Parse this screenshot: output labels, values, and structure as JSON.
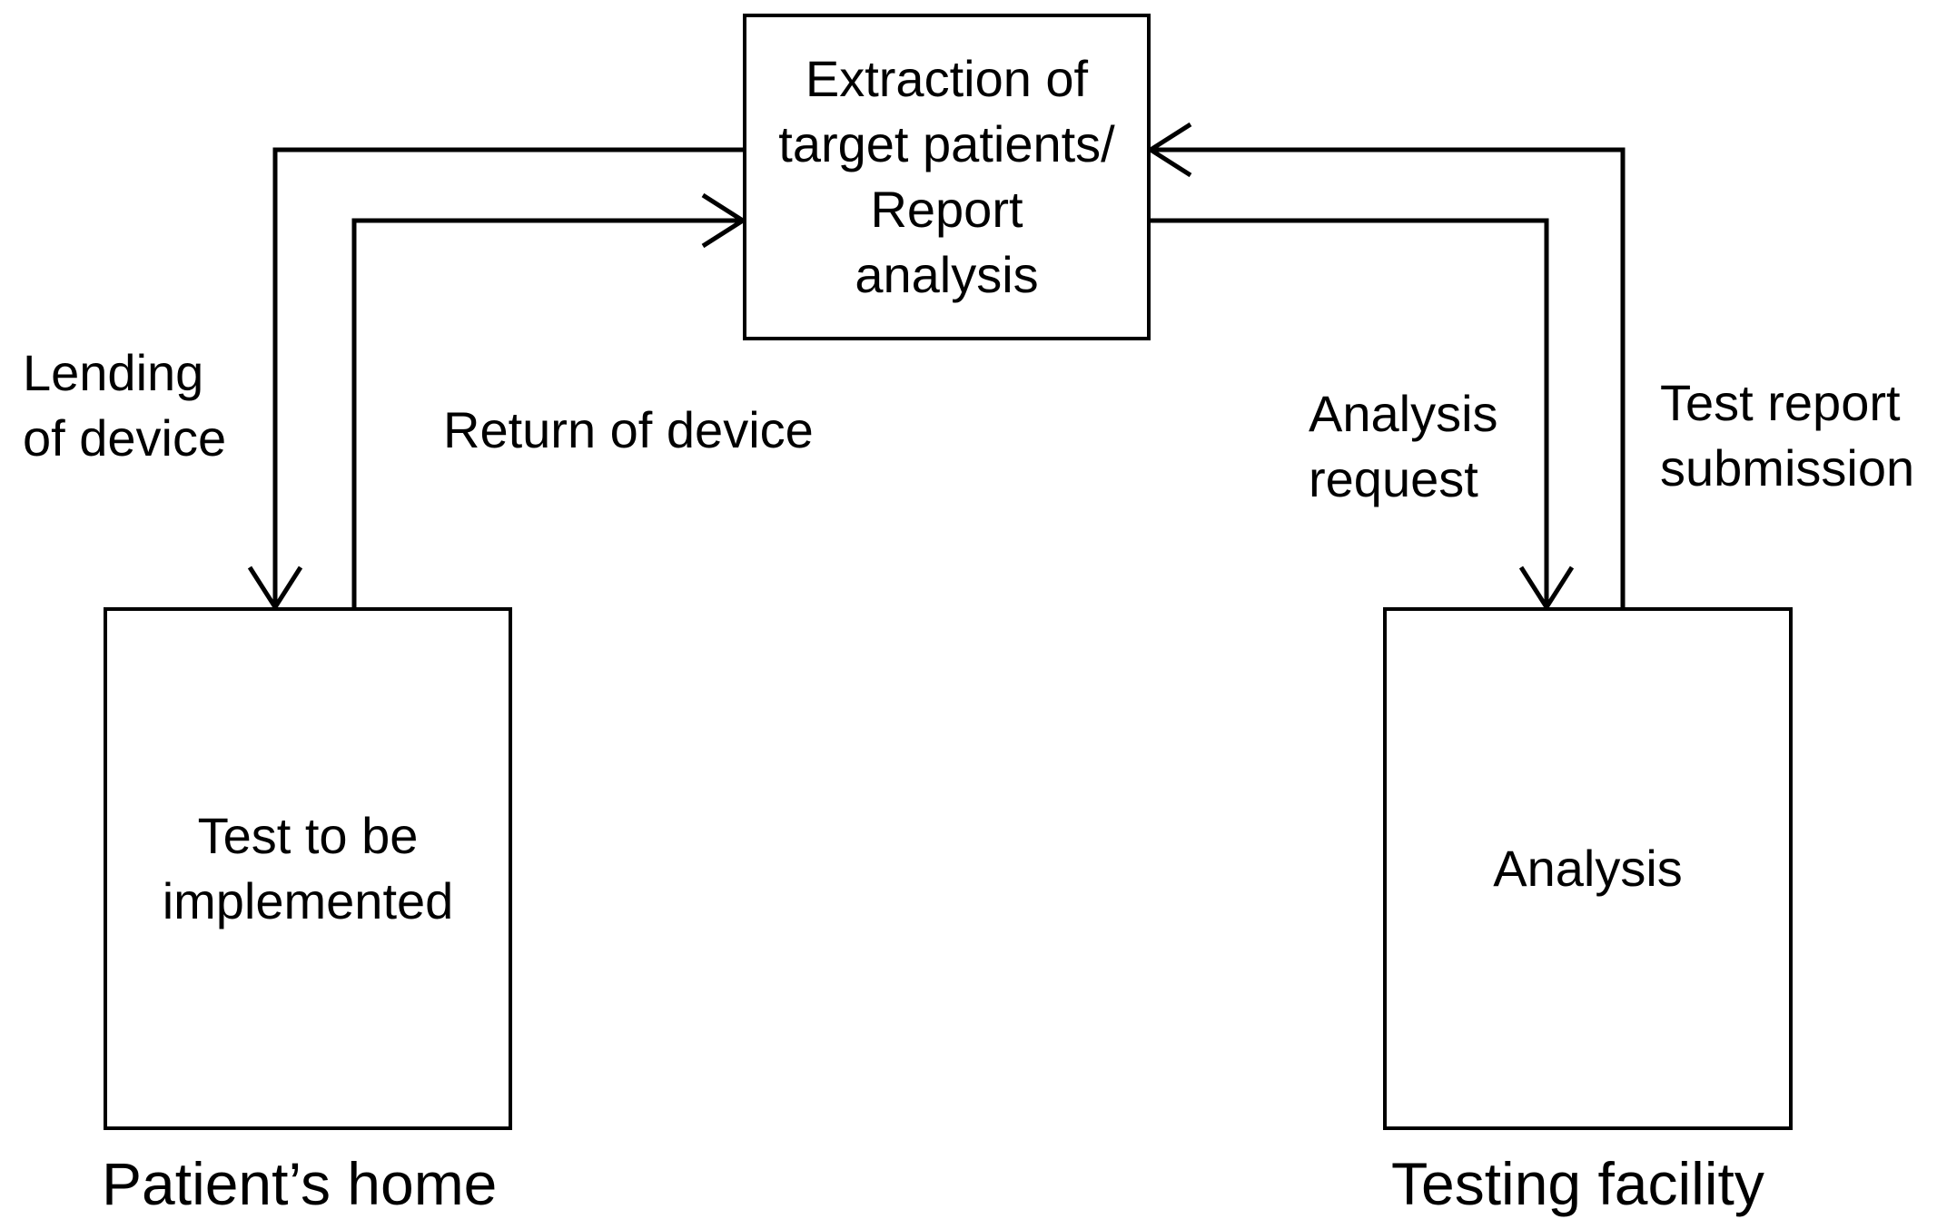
{
  "nodes": {
    "top": {
      "text": "Extraction of\ntarget patients/\nReport\nanalysis"
    },
    "home": {
      "text": "Test to be\nimplemented",
      "caption": "Patient’s home"
    },
    "facility": {
      "text": "Analysis",
      "caption": "Testing facility"
    }
  },
  "edges": {
    "lending": {
      "label": "Lending\nof device"
    },
    "return": {
      "label": "Return of device"
    },
    "request": {
      "label": "Analysis\nrequest"
    },
    "report": {
      "label": "Test report\nsubmission"
    }
  },
  "colors": {
    "stroke": "#000000",
    "background": "#ffffff"
  }
}
